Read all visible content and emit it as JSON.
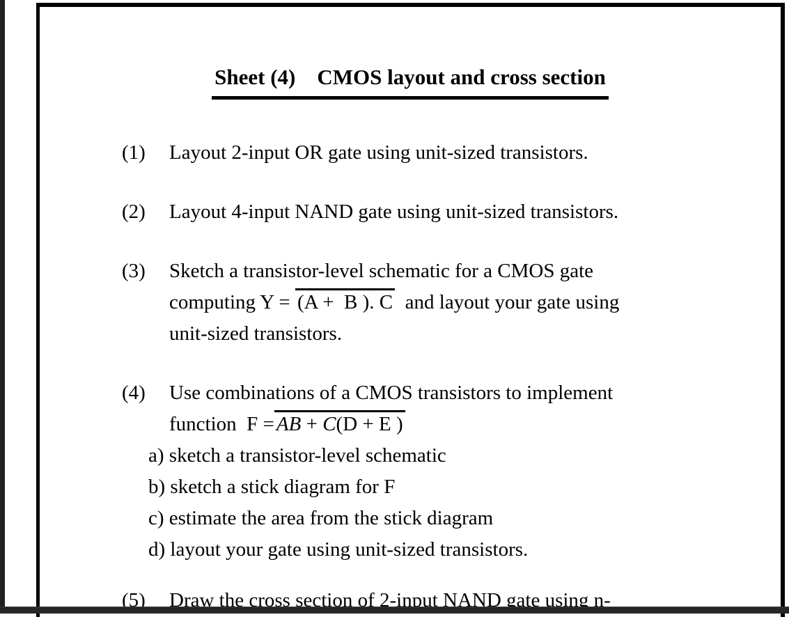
{
  "doc": {
    "title": "Sheet (4)    CMOS layout and cross section",
    "problems": [
      {
        "number": "(1)",
        "lines": [
          "Layout 2-input OR gate using unit-sized transistors."
        ]
      },
      {
        "number": "(2)",
        "lines": [
          "Layout 4-input NAND gate using unit-sized transistors."
        ]
      },
      {
        "number": "(3)",
        "line1": "Sketch a transistor-level schematic for a CMOS gate",
        "formula": {
          "prefix": "computing Y = ",
          "overline": "(A +  B ). C",
          "suffix": "  and layout your gate using"
        },
        "line3": "unit-sized transistors."
      },
      {
        "number": "(4)",
        "line1": "Use combinations of a CMOS transistors to implement",
        "formula": {
          "prefix": "function  F =",
          "term_ab": "AB",
          "op_plus": " + ",
          "term_c": "C",
          "term_rest": "(D + E )"
        },
        "subitems": [
          "a) sketch a transistor-level schematic",
          "b) sketch a stick diagram for F",
          "c) estimate the area from the stick diagram",
          "d) layout your gate using unit-sized transistors."
        ]
      },
      {
        "number": "(5)",
        "lines": [
          "Draw the cross section of 2-input NAND gate using n-"
        ]
      }
    ]
  }
}
